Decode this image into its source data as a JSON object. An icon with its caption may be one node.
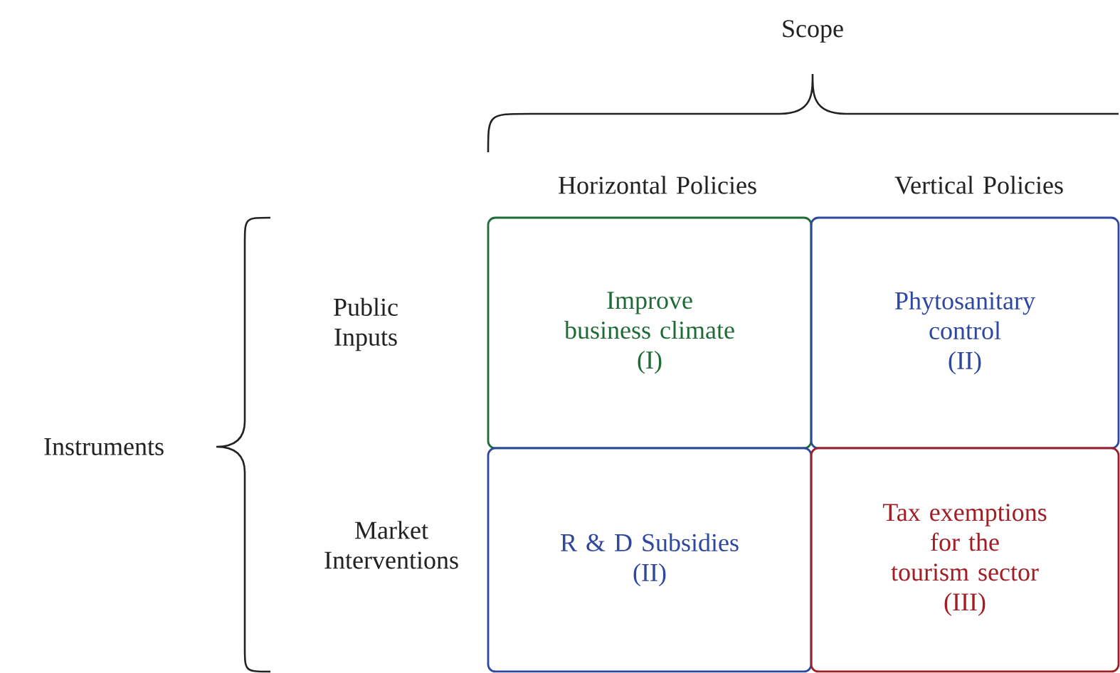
{
  "diagram": {
    "nodes": [
      {
        "text": [
          "Improve business climate",
          "(I)"
        ]
      },
      {
        "text": [
          "Phytosanitary control",
          "(II)"
        ]
      },
      {
        "text": [
          "R & D Subsidies",
          "(II)"
        ]
      },
      {
        "text": [
          "Tax exemptions for the tourism sector",
          "(III)"
        ]
      }
    ],
    "labels": [
      "Scope",
      "Horizontal Policies",
      "Vertical Policies",
      "Public Inputs",
      "Instruments",
      "Market Interventions"
    ]
  }
}
